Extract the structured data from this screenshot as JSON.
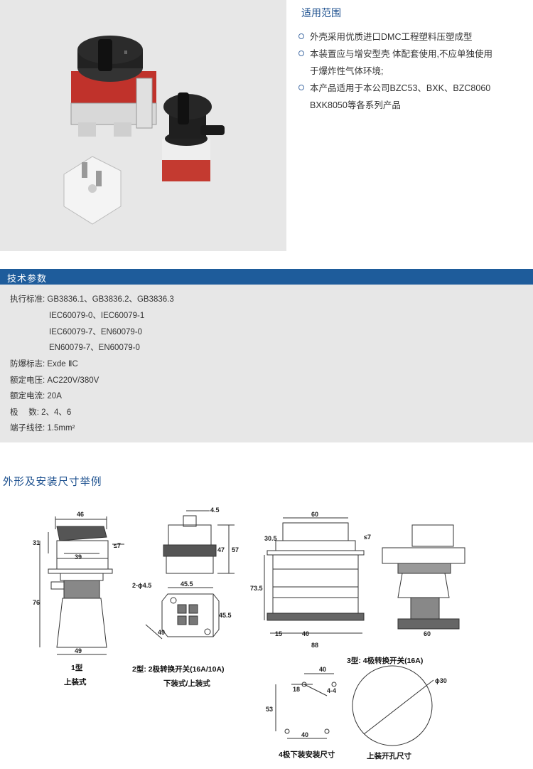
{
  "scope": {
    "title": "适用范围",
    "items": [
      {
        "line1": "外壳采用优质进口DMC工程塑料压塑成型",
        "line2": ""
      },
      {
        "line1": "本装置应与增安型壳 体配套使用,不应单独使用",
        "line2": "于爆炸性气体环境;"
      },
      {
        "line1": "本产品适用于本公司BZC53、BXK、BZC8060",
        "line2": "BXK8050等各系列产品"
      }
    ]
  },
  "tech": {
    "title": "技术参数",
    "standards_label": "执行标准:",
    "standards": [
      "GB3836.1、GB3836.2、GB3836.3",
      "IEC60079-0、IEC60079-1",
      "IEC60079-7、EN60079-0",
      "EN60079-7、EN60079-0"
    ],
    "ex_label": "防爆标志:",
    "ex_value": "Exde ⅡC",
    "voltage_label": "额定电压:",
    "voltage_value": "AC220V/380V",
    "current_label": "额定电流:",
    "current_value": "20A",
    "poles_label": "极　 数:",
    "poles_value": "2、4、6",
    "wire_label": "端子线径:",
    "wire_value": "1.5mm²"
  },
  "drawings": {
    "title": "外形及安装尺寸举例",
    "fig1": {
      "dims": [
        "46",
        "31",
        "39",
        "≤7",
        "76",
        "49"
      ],
      "caption1": "1型",
      "caption2": "上装式"
    },
    "fig2": {
      "dims": [
        "4.5",
        "47",
        "57",
        "2-ϕ4.5",
        "45.5",
        "45.5",
        "49"
      ],
      "caption1": "2型: 2极转换开关(16A/10A)",
      "caption2": "下装式/上装式"
    },
    "fig3": {
      "dims": [
        "60",
        "30.5",
        "≤7",
        "73.5",
        "15",
        "40",
        "88",
        "60"
      ],
      "caption1": "3型: 4极转换开关(16A)"
    },
    "fig4": {
      "dims": [
        "40",
        "18",
        "4-4",
        "53",
        "40"
      ],
      "caption1": "4极下装安装尺寸"
    },
    "fig5": {
      "dims": [
        "ϕ30"
      ],
      "caption1": "上装开孔尺寸"
    }
  }
}
